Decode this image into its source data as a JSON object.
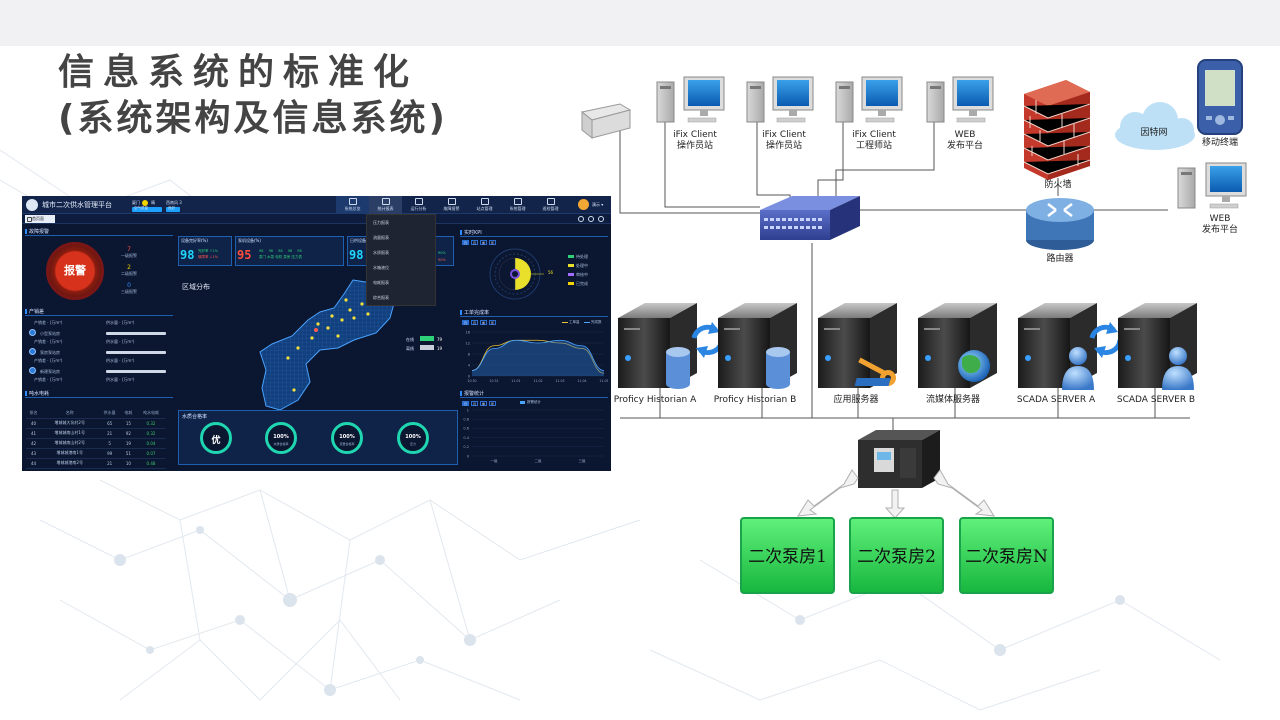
{
  "slide": {
    "title_line1": "信息系统的标准化",
    "title_line2": "(系统架构及信息系统)"
  },
  "dashboard": {
    "app_title": "城市二次供水管理平台",
    "weather": {
      "a": "厦门",
      "b": "晴",
      "c": "西南风 3",
      "d": "空气质量",
      "e": "良好"
    },
    "nav": [
      {
        "label": "系统总览"
      },
      {
        "label": "统计报表"
      },
      {
        "label": "运行分析"
      },
      {
        "label": "故障报警"
      },
      {
        "label": "站点管理"
      },
      {
        "label": "系统管理"
      },
      {
        "label": "巡检管理"
      }
    ],
    "user": "演示 ▾",
    "home_tab": "首页面",
    "dropdown": [
      "压力报表",
      "流量报表",
      "水质报表",
      "水箱液位",
      "电耗报表",
      "综合报表"
    ],
    "alarm": {
      "section": "故障报警",
      "label": "报警",
      "levels": [
        {
          "count": "7",
          "name": "一级报警"
        },
        {
          "count": "2",
          "name": "二级报警"
        },
        {
          "count": "0",
          "name": "三级报警"
        }
      ]
    },
    "production": {
      "section": "产销差",
      "rows": [
        {
          "a": "产销差 · (万m³)",
          "b": "供水量 · (万m³)"
        },
        {
          "a": "小型泵站房",
          "b": ""
        },
        {
          "a": "产销差 · (万m³)",
          "b": "供水量 · (万m³)"
        },
        {
          "a": "泵房泵站房",
          "b": ""
        },
        {
          "a": "产销差 · (万m³)",
          "b": "供水量 · (万m³)"
        },
        {
          "a": "新建泵站房",
          "b": ""
        },
        {
          "a": "产销差 · (万m³)",
          "b": "供水量 · (万m³)"
        }
      ]
    },
    "pump_table": {
      "section": "吨水电耗",
      "headers": [
        "排名",
        "名称",
        "供水量",
        "电耗",
        "吨水电耗"
      ],
      "rows": [
        [
          "40",
          "增城城大坑村2号",
          "65",
          "15",
          "0.32"
        ],
        [
          "41",
          "增城城南山村1号",
          "21",
          "92",
          "0.32"
        ],
        [
          "42",
          "增城城南山村2号",
          "5",
          "19",
          "0.04"
        ],
        [
          "43",
          "增城城港南1号",
          "99",
          "51",
          "0.07"
        ],
        [
          "44",
          "增城城港南2号",
          "21",
          "10",
          "0.48"
        ]
      ]
    },
    "kpis": [
      {
        "title": "设备完好率(%)",
        "value": "98",
        "sub1": "完好率 ↑1%",
        "sub2": "故障率 ↓1%"
      },
      {
        "title": "泵机设备(%)",
        "value": "95",
        "sub1": "98 98 98 98 98",
        "sub2": "泵门 水泵 电机 泵房 压力表"
      },
      {
        "title": "日供设备",
        "value": "98",
        "sub1": "90%",
        "sub2": "90%"
      }
    ],
    "map": {
      "title": "区域分布",
      "legend": [
        {
          "label": "在线",
          "value": "79",
          "color": "#2fd178"
        },
        {
          "label": "离线",
          "value": "19",
          "color": "#c9cfd9"
        }
      ]
    },
    "realtime_kpi": {
      "section": "实时KPI",
      "chips": [
        "日",
        "月",
        "季",
        "年"
      ],
      "gauge_value": "56",
      "legend": [
        "待处理",
        "处理中",
        "审核中",
        "已完成"
      ],
      "legend_colors": [
        "#2fd178",
        "#e8e02a",
        "#a36bff",
        "#f4d400"
      ]
    },
    "work_chart": {
      "section": "工单完成率",
      "chips": [
        "日",
        "月",
        "季",
        "年"
      ],
      "series_names": [
        "工单量",
        "完成数"
      ],
      "chart_data": {
        "type": "area",
        "x": [
          "10.30",
          "10.31",
          "11.01",
          "11.02",
          "11.03",
          "11.04",
          "11.05"
        ],
        "yticks": [
          "0",
          "4",
          "8",
          "12",
          "16"
        ],
        "ylim": [
          0,
          16
        ],
        "series": [
          {
            "name": "工单量",
            "values": [
              2,
              11,
              13,
              13,
              12,
              10,
              1
            ]
          },
          {
            "name": "完成数",
            "values": [
              2,
              10,
              13,
              12,
              13,
              11,
              2
            ]
          }
        ]
      }
    },
    "alarm_stats": {
      "section": "报警统计",
      "chips": [
        "日",
        "月",
        "季",
        "年"
      ],
      "legend": "报警统计",
      "chart_data": {
        "type": "bar",
        "categories": [
          "一级",
          "二级",
          "三级"
        ],
        "yticks": [
          "0",
          "0.2",
          "0.4",
          "0.6",
          "0.8",
          "1"
        ],
        "values": [
          0,
          0,
          0
        ],
        "ylim": [
          0,
          1
        ]
      }
    },
    "water_quality": {
      "section": "水质合格率",
      "gauges": [
        {
          "value": "优",
          "caption": ""
        },
        {
          "value": "100%",
          "caption": "水质合格率"
        },
        {
          "value": "100%",
          "caption": "流量合格率"
        },
        {
          "value": "100%",
          "caption": "压力"
        }
      ]
    }
  },
  "network": {
    "workstations": [
      {
        "line1": "iFix Client",
        "line2": "操作员站"
      },
      {
        "line1": "iFix Client",
        "line2": "操作员站"
      },
      {
        "line1": "iFix Client",
        "line2": "工程师站"
      },
      {
        "line1": "WEB",
        "line2": "发布平台"
      }
    ],
    "firewall": "防火墙",
    "router": "路由器",
    "internet": "因特网",
    "mobile": "移动终端",
    "web_remote": {
      "line1": "WEB",
      "line2": "发布平台"
    },
    "servers": [
      "Proficy Historian A",
      "Proficy Historian B",
      "应用服务器",
      "流媒体服务器",
      "SCADA SERVER A",
      "SCADA SERVER B"
    ],
    "pumps": [
      "二次泵房1",
      "二次泵房2",
      "二次泵房N"
    ]
  }
}
